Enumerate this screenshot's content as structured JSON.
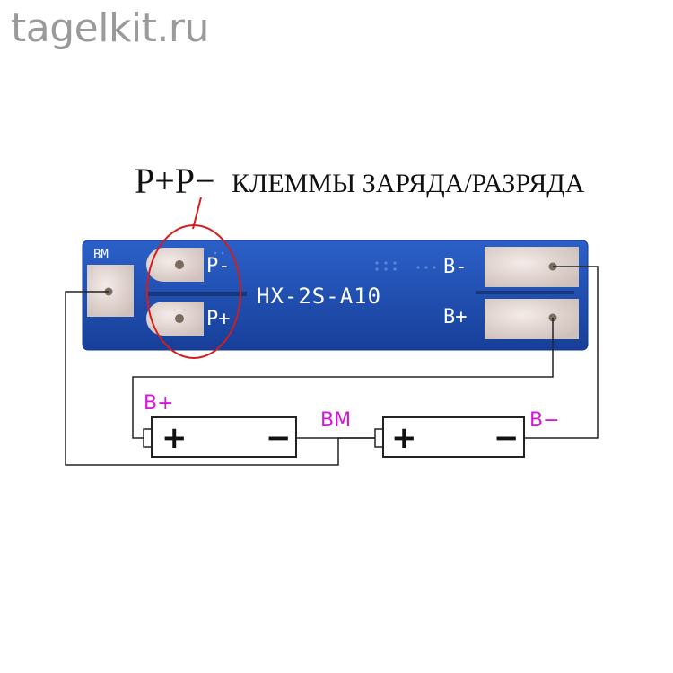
{
  "site": {
    "title": "tagelkit.ru"
  },
  "caption": {
    "main": "P+P−",
    "desc": "КЛЕММЫ ЗАРЯДА/РАЗРЯДА"
  },
  "board": {
    "model": "HX-2S-A10",
    "bm_label": "BM",
    "p_minus_label": "P-",
    "p_plus_label": "P+",
    "b_minus_label": "B-",
    "b_plus_label": "B+"
  },
  "wiring": {
    "b_plus_label": "B+",
    "bm_label": "BM",
    "b_minus_label": "B−"
  },
  "cells": [
    {
      "plus": "+",
      "minus": "−"
    },
    {
      "plus": "+",
      "minus": "−"
    }
  ],
  "colors": {
    "pcb": "#1f4fb0",
    "pad": "#e8d8d4",
    "label": "#d616d6",
    "highlight": "#d31d1d"
  }
}
